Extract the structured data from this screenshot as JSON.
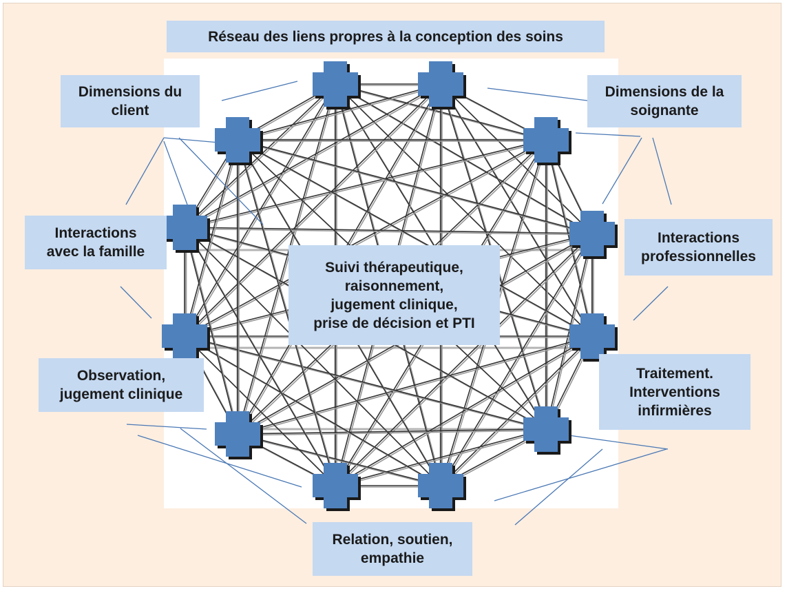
{
  "title": "Réseau des liens propres à la conception des soins",
  "center_text": [
    "Suivi thérapeutique,",
    "raisonnement,",
    "jugement clinique,",
    "prise de décision et PTI"
  ],
  "labels": {
    "client": [
      "Dimensions du",
      "client"
    ],
    "soignante": [
      "Dimensions de la",
      "soignante"
    ],
    "famille": [
      "Interactions",
      "avec la famille"
    ],
    "professionnelles": [
      "Interactions",
      "professionnelles"
    ],
    "observation": [
      "Observation,",
      "jugement clinique"
    ],
    "traitement": [
      "Traitement.",
      "Interventions",
      "infirmières"
    ],
    "relation": [
      "Relation, soutien,",
      "empathie"
    ]
  },
  "network": {
    "node_count": 12,
    "node_shape": "cross",
    "edges": "complete-graph"
  },
  "colors": {
    "frame_background": "#fdeee0",
    "panel_background": "#ffffff",
    "label_fill": "#c5d9f1",
    "node_fill": "#4f81bd",
    "node_shadow": "#1a1a1a",
    "edge_line": "#333333",
    "grid_line": "#b4b4b4",
    "connector_line": "#4a78b4",
    "text": "#1b1b1b"
  }
}
